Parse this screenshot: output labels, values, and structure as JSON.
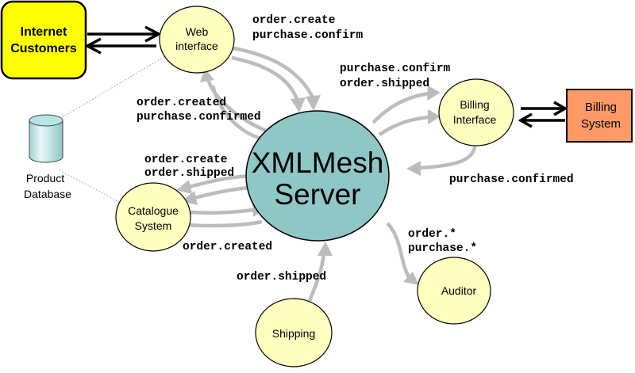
{
  "nodes": {
    "internet_customers": {
      "line1": "Internet",
      "line2": "Customers",
      "color": "#ffff00"
    },
    "web_interface": {
      "line1": "Web",
      "line2": "interface",
      "color": "#ffffc0"
    },
    "xmlmesh_server": {
      "line1": "XMLMesh",
      "line2": "Server",
      "color": "#8fc7c7"
    },
    "billing_interface": {
      "line1": "Billing",
      "line2": "Interface",
      "color": "#ffffc0"
    },
    "billing_system": {
      "line1": "Billing",
      "line2": "System",
      "color": "#ff9966"
    },
    "product_database": {
      "line1": "Product",
      "line2": "Database",
      "color": "#b7e4e4"
    },
    "catalogue_system": {
      "line1": "Catalogue",
      "line2": "System",
      "color": "#ffffc0"
    },
    "auditor": {
      "label": "Auditor",
      "color": "#ffffc0"
    },
    "shipping": {
      "label": "Shipping",
      "color": "#ffffc0"
    }
  },
  "messages": {
    "web_out": [
      "order.create",
      "purchase.confirm"
    ],
    "web_in": [
      "order.created",
      "purchase.confirmed"
    ],
    "billing_in": [
      "purchase.confirm",
      "order.shipped"
    ],
    "billing_out": [
      "purchase.confirmed"
    ],
    "catalogue_in": [
      "order.create",
      "order.shipped"
    ],
    "catalogue_out": [
      "order.created"
    ],
    "auditor_in": [
      "order.*",
      "purchase.*"
    ],
    "shipping_out": [
      "order.shipped"
    ]
  }
}
